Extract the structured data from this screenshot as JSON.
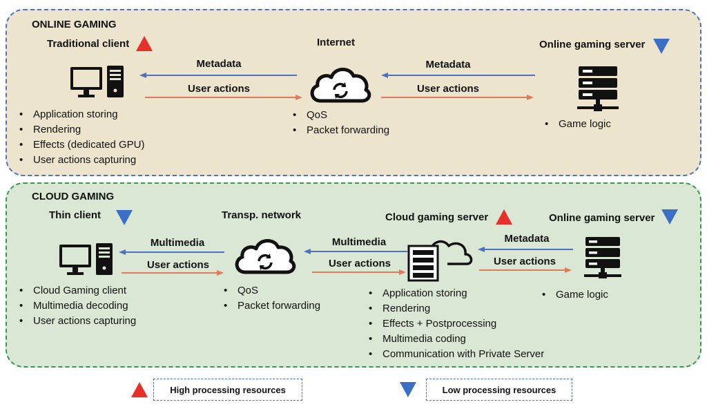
{
  "online": {
    "title": "ONLINE GAMING",
    "client": {
      "label": "Traditional client",
      "bullets": [
        "Application storing",
        "Rendering",
        "Effects (dedicated GPU)",
        "User actions capturing"
      ]
    },
    "network": {
      "label": "Internet",
      "bullets": [
        "QoS",
        "Packet forwarding"
      ]
    },
    "server": {
      "label": "Online gaming server",
      "bullets": [
        "Game logic"
      ]
    },
    "arrows": {
      "left_top": "Metadata",
      "left_bottom": "User actions",
      "right_top": "Metadata",
      "right_bottom": "User actions"
    }
  },
  "cloud": {
    "title": "CLOUD GAMING",
    "client": {
      "label": "Thin client",
      "bullets": [
        "Cloud Gaming client",
        "Multimedia decoding",
        "User actions capturing"
      ]
    },
    "network": {
      "label": "Transp. network",
      "bullets": [
        "QoS",
        "Packet forwarding"
      ]
    },
    "cloud_server": {
      "label": "Cloud gaming server",
      "bullets": [
        "Application storing",
        "Rendering",
        "Effects + Postprocessing",
        "Multimedia coding",
        "Communication with Private Server"
      ]
    },
    "server": {
      "label": "Online gaming server",
      "bullets": [
        "Game logic"
      ]
    },
    "arrows": {
      "a1_top": "Multimedia",
      "a1_bottom": "User actions",
      "a2_top": "Multimedia",
      "a2_bottom": "User actions",
      "a3_top": "Metadata",
      "a3_bottom": "User actions"
    }
  },
  "legend": {
    "high": "High processing resources",
    "low": "Low processing resources"
  },
  "colors": {
    "high_marker": "#e8302a",
    "low_marker": "#3b6fc6",
    "arrow_back": "#4a72c4",
    "arrow_forward": "#e07b5a"
  }
}
